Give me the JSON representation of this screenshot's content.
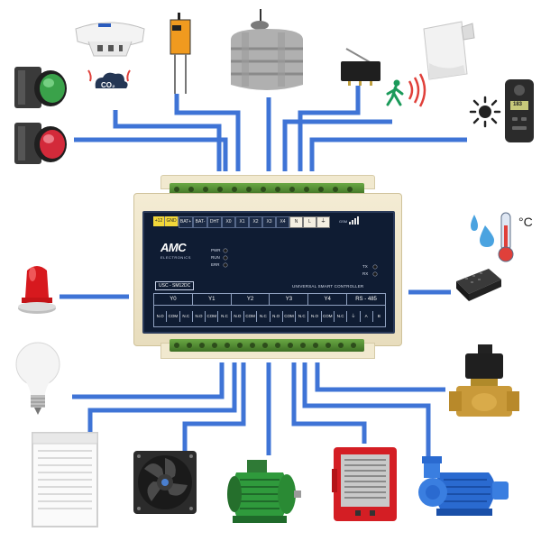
{
  "colors": {
    "wire": "#3f74d6",
    "panel": "#0f1c33",
    "housing": "#efe6cc",
    "terminal_green": "#5d9c3a",
    "label_yellow": "#f2d73a"
  },
  "controller": {
    "top_terminals": [
      "+12",
      "GND",
      "BAT+",
      "BAT-",
      "DHT",
      "X0",
      "X1",
      "X2",
      "X3",
      "X4",
      "N",
      "L",
      "⏚"
    ],
    "brand": "AMC",
    "brand_sub": "ELECTRONICS",
    "model": "USC - SM12DC",
    "subtitle": "UNIVERSAL SMART CONTROLLER",
    "status_leds": [
      "PWR",
      "RUN",
      "ERR"
    ],
    "comm_leds": [
      "TX",
      "RX"
    ],
    "signal_label": "GSM",
    "outputs": [
      {
        "name": "Y0",
        "pins": [
          "N.O",
          "COM",
          "N.C"
        ]
      },
      {
        "name": "Y1",
        "pins": [
          "N.O",
          "COM",
          "N.C"
        ]
      },
      {
        "name": "Y2",
        "pins": [
          "N.O",
          "COM",
          "N.C"
        ]
      },
      {
        "name": "Y3",
        "pins": [
          "N.O",
          "COM",
          "N.C"
        ]
      },
      {
        "name": "Y4",
        "pins": [
          "N.O",
          "COM",
          "N.C"
        ]
      },
      {
        "name": "RS - 485",
        "pins": [
          "⏚",
          "A",
          "B"
        ]
      }
    ]
  },
  "devices": {
    "co2_label": "CO₂",
    "light_meter_reading": "183",
    "temperature_unit": "°C"
  }
}
